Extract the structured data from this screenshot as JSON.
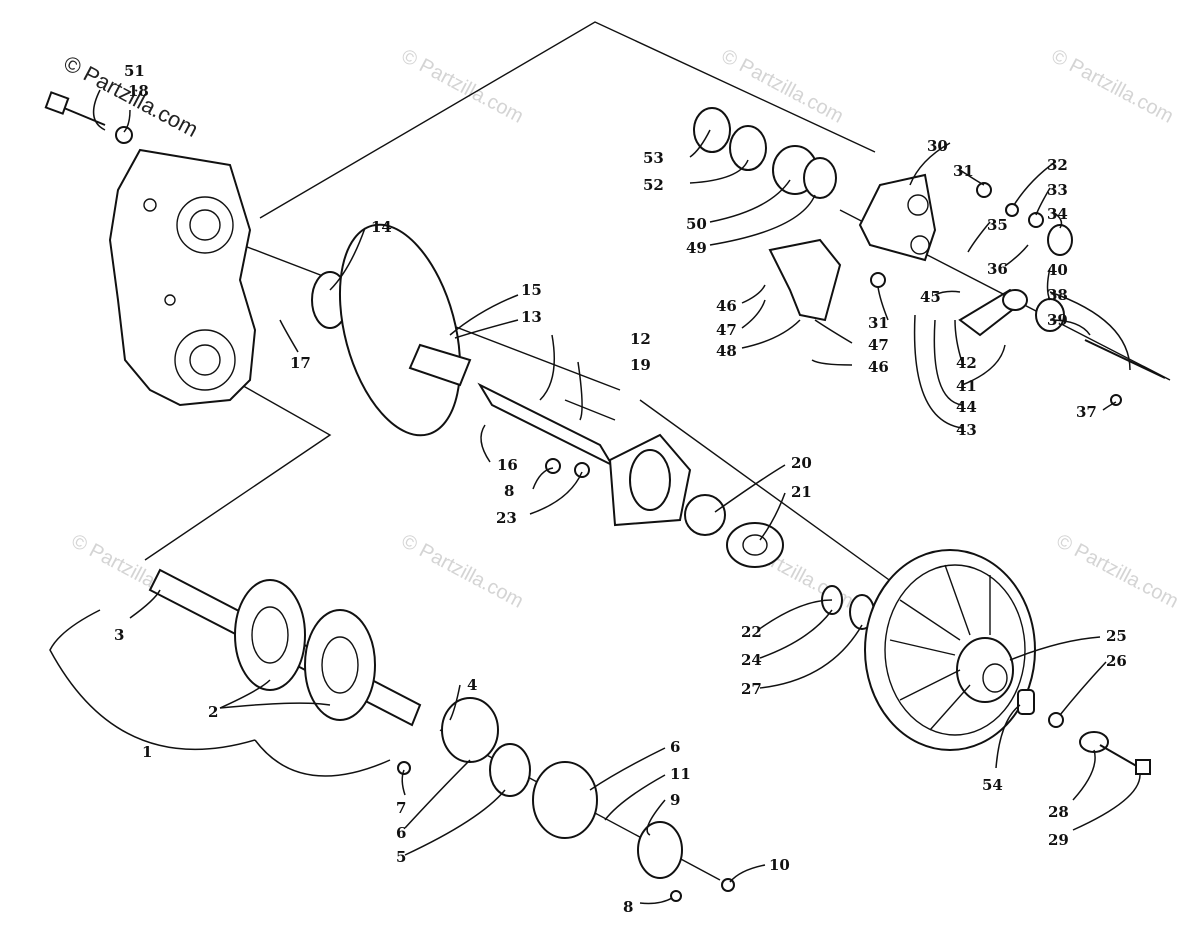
{
  "watermark": {
    "main": "© Partzilla.com",
    "repeat": "© Partzilla.com"
  },
  "callouts": {
    "c1": "1",
    "c2": "2",
    "c3": "3",
    "c4": "4",
    "c5": "5",
    "c6a": "6",
    "c6b": "6",
    "c7": "7",
    "c8a": "8",
    "c8b": "8",
    "c9": "9",
    "c10": "10",
    "c11": "11",
    "c12": "12",
    "c13": "13",
    "c14": "14",
    "c15": "15",
    "c16": "16",
    "c17": "17",
    "c18": "18",
    "c19": "19",
    "c20": "20",
    "c21": "21",
    "c22": "22",
    "c23": "23",
    "c24": "24",
    "c25": "25",
    "c26": "26",
    "c27": "27",
    "c28": "28",
    "c29": "29",
    "c30": "30",
    "c31a": "31",
    "c31b": "31",
    "c32": "32",
    "c33": "33",
    "c34": "34",
    "c35": "35",
    "c36": "36",
    "c37": "37",
    "c38": "38",
    "c39": "39",
    "c40": "40",
    "c41": "41",
    "c42": "42",
    "c43": "43",
    "c44": "44",
    "c45": "45",
    "c46a": "46",
    "c46b": "46",
    "c47a": "47",
    "c47b": "47",
    "c48": "48",
    "c49": "49",
    "c50": "50",
    "c51": "51",
    "c52": "52",
    "c53": "53",
    "c54": "54"
  }
}
